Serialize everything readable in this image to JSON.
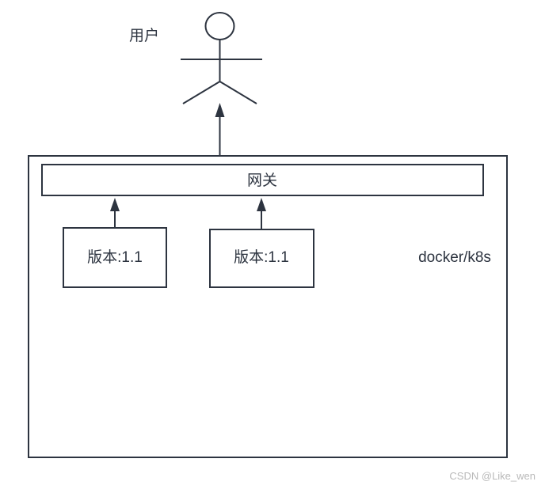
{
  "diagram": {
    "title": "gateway-deployment-architecture",
    "colors": {
      "stroke": "#2d3440",
      "background": "#ffffff",
      "watermark": "#b9b9b9"
    },
    "actor": {
      "label": "用户",
      "name": "user-actor"
    },
    "container": {
      "label": "docker/k8s"
    },
    "gateway": {
      "label": "网关"
    },
    "services": [
      {
        "label": "版本:1.1"
      },
      {
        "label": "版本:1.1"
      }
    ],
    "watermark": "CSDN @Like_wen"
  }
}
